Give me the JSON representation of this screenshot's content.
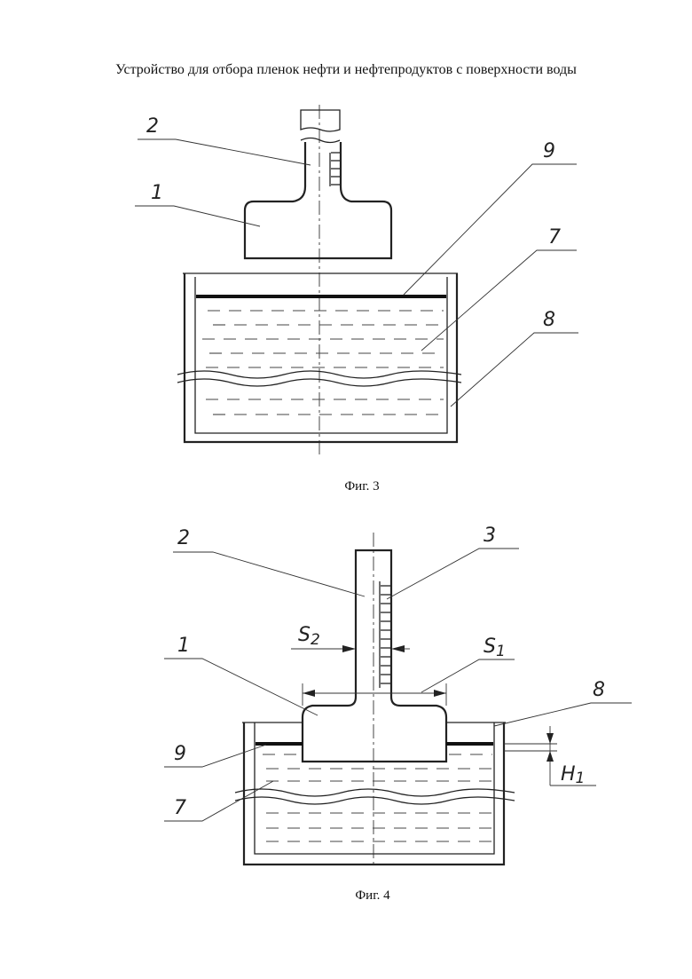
{
  "document": {
    "title": "Устройство для отбора пленок нефти и нефтепродуктов с поверхности воды"
  },
  "figures": [
    {
      "caption": "Фиг. 3",
      "labels": {
        "l2": "2",
        "l1": "1",
        "l9": "9",
        "l7": "7",
        "l8": "8"
      }
    },
    {
      "caption": "Фиг. 4",
      "labels": {
        "l2": "2",
        "l3": "3",
        "l1": "1",
        "l9": "9",
        "l7": "7",
        "l8": "8"
      },
      "dimensions": {
        "s2_main": "S",
        "s2_sub": "2",
        "s1_main": "S",
        "s1_sub": "1",
        "h1_main": "H",
        "h1_sub": "1"
      }
    }
  ]
}
